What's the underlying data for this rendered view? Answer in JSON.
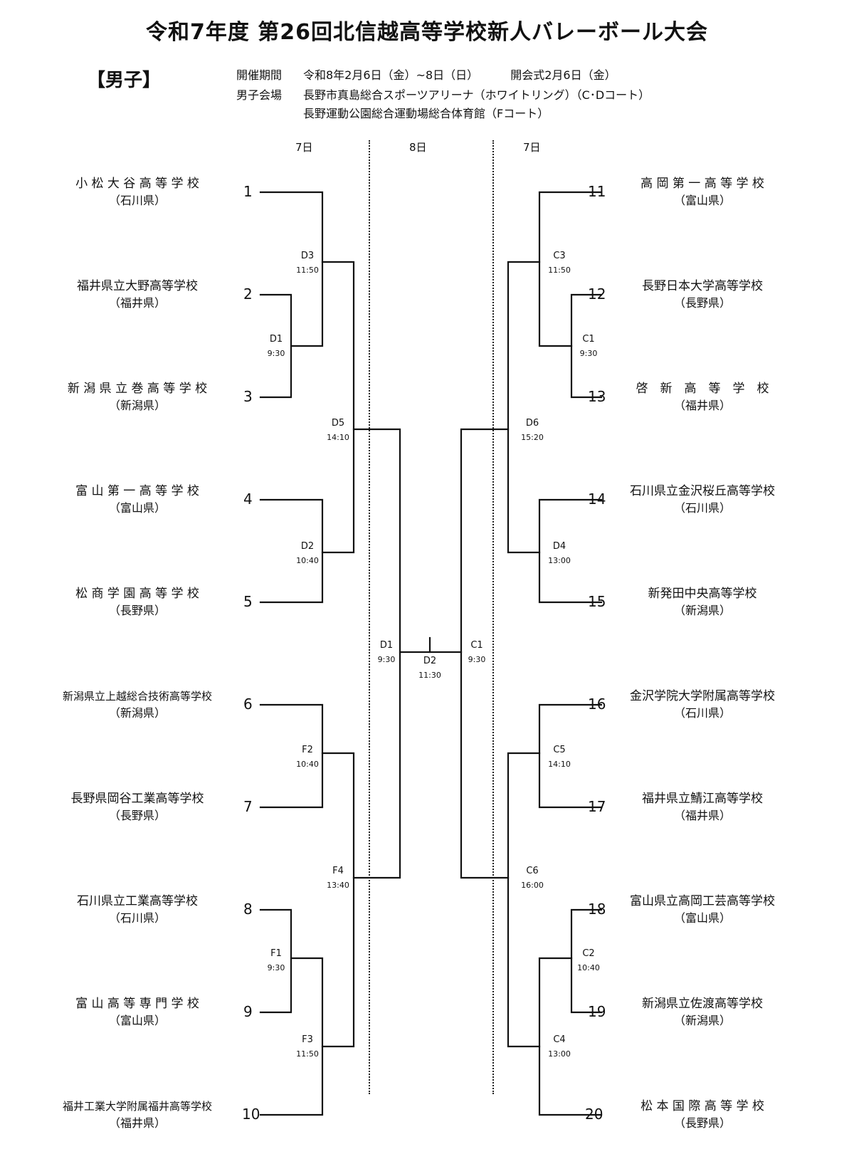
{
  "title": "令和7年度 第26回北信越高等学校新人バレーボール大会",
  "division": "【男子】",
  "info": {
    "period_label": "開催期間",
    "period_value": "令和8年2月6日（金）~8日（日）",
    "opening": "開会式2月6日（金）",
    "venue_label": "男子会場",
    "venue_1": "長野市真島総合スポーツアリーナ（ホワイトリング）（C･Dコート）",
    "venue_2": "長野運動公園総合運動場総合体育館（Fコート）"
  },
  "days": {
    "left": "7日",
    "center": "8日",
    "right": "7日"
  },
  "teams": [
    {
      "seed": "1",
      "name": "小 松 大 谷 高 等 学 校",
      "pref": "（石川県）"
    },
    {
      "seed": "2",
      "name": "福井県立大野高等学校",
      "pref": "（福井県）"
    },
    {
      "seed": "3",
      "name": "新 潟 県 立 巻 高 等 学 校",
      "pref": "（新潟県）"
    },
    {
      "seed": "4",
      "name": "富 山 第 一 高 等 学 校",
      "pref": "（富山県）"
    },
    {
      "seed": "5",
      "name": "松 商 学 園 高 等 学 校",
      "pref": "（長野県）"
    },
    {
      "seed": "6",
      "name": "新潟県立上越総合技術高等学校",
      "pref": "（新潟県）"
    },
    {
      "seed": "7",
      "name": "長野県岡谷工業高等学校",
      "pref": "（長野県）"
    },
    {
      "seed": "8",
      "name": "石川県立工業高等学校",
      "pref": "（石川県）"
    },
    {
      "seed": "9",
      "name": "富 山 高 等 専 門 学 校",
      "pref": "（富山県）"
    },
    {
      "seed": "10",
      "name": "福井工業大学附属福井高等学校",
      "pref": "（福井県）"
    },
    {
      "seed": "11",
      "name": "高 岡 第 一 高 等 学 校",
      "pref": "（富山県）"
    },
    {
      "seed": "12",
      "name": "長野日本大学高等学校",
      "pref": "（長野県）"
    },
    {
      "seed": "13",
      "name": "啓　新　高　等　学　校",
      "pref": "（福井県）"
    },
    {
      "seed": "14",
      "name": "石川県立金沢桜丘高等学校",
      "pref": "（石川県）"
    },
    {
      "seed": "15",
      "name": "新発田中央高等学校",
      "pref": "（新潟県）"
    },
    {
      "seed": "16",
      "name": "金沢学院大学附属高等学校",
      "pref": "（石川県）"
    },
    {
      "seed": "17",
      "name": "福井県立鯖江高等学校",
      "pref": "（福井県）"
    },
    {
      "seed": "18",
      "name": "富山県立高岡工芸高等学校",
      "pref": "（富山県）"
    },
    {
      "seed": "19",
      "name": "新潟県立佐渡高等学校",
      "pref": "（新潟県）"
    },
    {
      "seed": "20",
      "name": "松 本 国 際 高 等 学 校",
      "pref": "（長野県）"
    }
  ],
  "matches": {
    "left_d3": {
      "code": "D3",
      "time": "11:50"
    },
    "left_d1": {
      "code": "D1",
      "time": "9:30"
    },
    "left_d5": {
      "code": "D5",
      "time": "14:10"
    },
    "left_d2": {
      "code": "D2",
      "time": "10:40"
    },
    "left_f2": {
      "code": "F2",
      "time": "10:40"
    },
    "left_f4": {
      "code": "F4",
      "time": "13:40"
    },
    "left_f1": {
      "code": "F1",
      "time": "9:30"
    },
    "left_f3": {
      "code": "F3",
      "time": "11:50"
    },
    "semi_left": {
      "code": "D1",
      "time": "9:30"
    },
    "final": {
      "code": "D2",
      "time": "11:30"
    },
    "semi_right": {
      "code": "C1",
      "time": "9:30"
    },
    "right_c3": {
      "code": "C3",
      "time": "11:50"
    },
    "right_c1": {
      "code": "C1",
      "time": "9:30"
    },
    "right_d6": {
      "code": "D6",
      "time": "15:20"
    },
    "right_d4": {
      "code": "D4",
      "time": "13:00"
    },
    "right_c5": {
      "code": "C5",
      "time": "14:10"
    },
    "right_c6": {
      "code": "C6",
      "time": "16:00"
    },
    "right_c2": {
      "code": "C2",
      "time": "10:40"
    },
    "right_c4": {
      "code": "C4",
      "time": "13:00"
    }
  }
}
